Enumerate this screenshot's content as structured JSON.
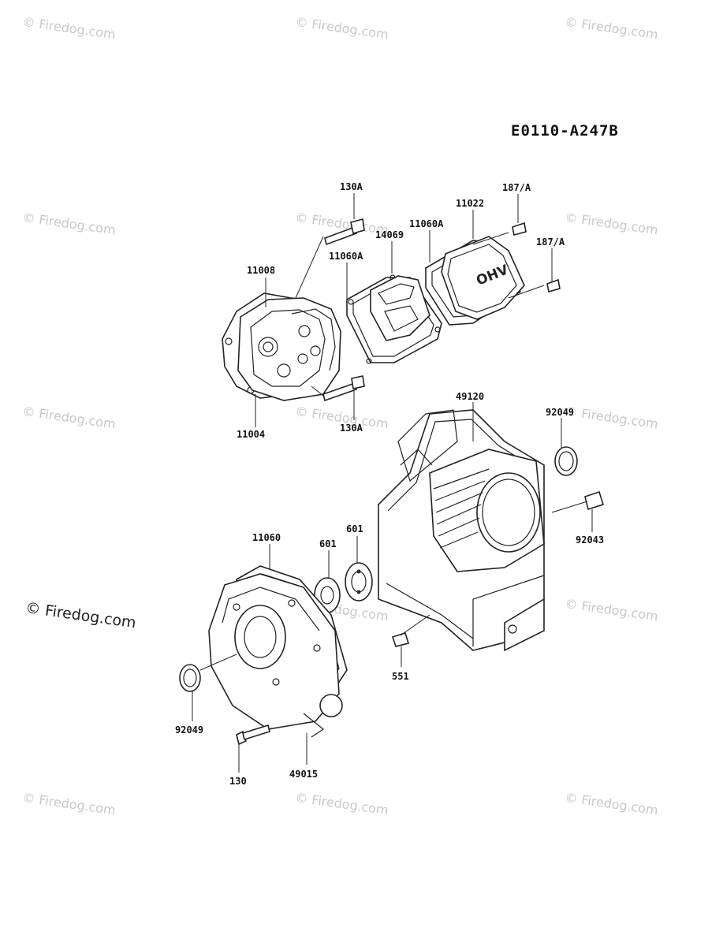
{
  "diagram_id": "E0110-A247B",
  "watermark": "© Firedog.com",
  "parts": [
    {
      "key": "p130a_top",
      "label": "130A"
    },
    {
      "key": "p187a_1",
      "label": "187/A"
    },
    {
      "key": "p11022",
      "label": "11022"
    },
    {
      "key": "p11060a_r",
      "label": "11060A"
    },
    {
      "key": "p14069",
      "label": "14069"
    },
    {
      "key": "p187a_2",
      "label": "187/A"
    },
    {
      "key": "p11060a_l",
      "label": "11060A"
    },
    {
      "key": "p11008",
      "label": "11008"
    },
    {
      "key": "p11004",
      "label": "11004"
    },
    {
      "key": "p130a_bot",
      "label": "130A"
    },
    {
      "key": "p49120",
      "label": "49120"
    },
    {
      "key": "p92049_r",
      "label": "92049"
    },
    {
      "key": "p92043",
      "label": "92043"
    },
    {
      "key": "p11060",
      "label": "11060"
    },
    {
      "key": "p601_a",
      "label": "601"
    },
    {
      "key": "p601_b",
      "label": "601"
    },
    {
      "key": "p551",
      "label": "551"
    },
    {
      "key": "p92049_l",
      "label": "92049"
    },
    {
      "key": "p49015",
      "label": "49015"
    },
    {
      "key": "p130",
      "label": "130"
    }
  ]
}
